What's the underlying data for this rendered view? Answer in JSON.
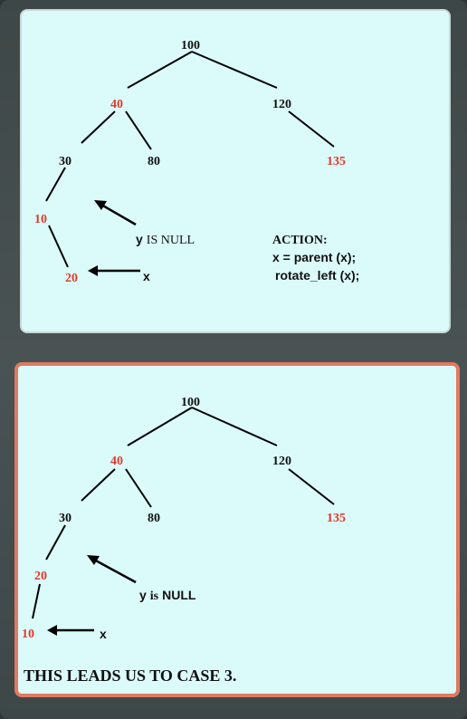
{
  "top": {
    "nodes": {
      "n100": "100",
      "n40": "40",
      "n120": "120",
      "n30": "30",
      "n80": "80",
      "n135": "135",
      "n10": "10",
      "n20": "20"
    },
    "y_label": "y",
    "y_text": "IS NULL",
    "x_label": "x",
    "action_title": "ACTION:",
    "action_line1": "x = parent (x);",
    "action_line2": "rotate_left (x);"
  },
  "bottom": {
    "nodes": {
      "n100": "100",
      "n40": "40",
      "n120": "120",
      "n30": "30",
      "n80": "80",
      "n135": "135",
      "n20": "20",
      "n10": "10"
    },
    "y_label": "y",
    "y_is": "is",
    "y_null": "NULL",
    "x_label": "x",
    "caption": "THIS LEADS US TO CASE 3."
  },
  "colors": {
    "red_node": "#e03a2a",
    "black_node": "#111111",
    "highlight_border": "#e07a62"
  }
}
